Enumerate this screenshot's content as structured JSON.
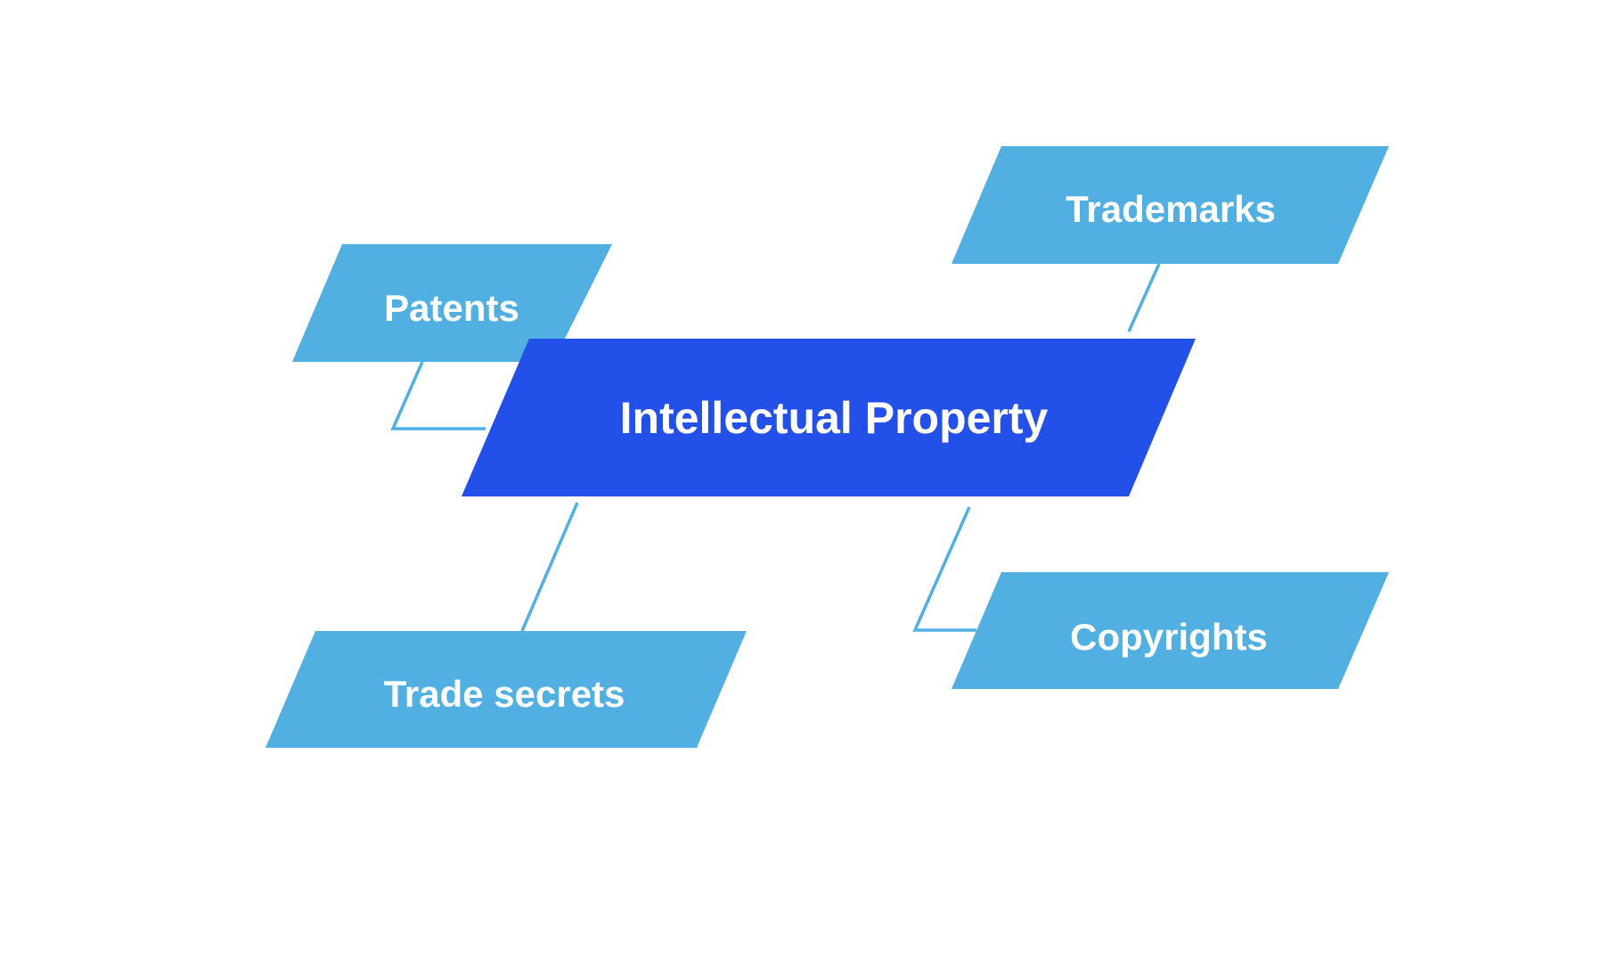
{
  "colors": {
    "central": "#2350E8",
    "branch": "#51AFE2",
    "connector": "#51AFE2",
    "label": "#FFFFFF",
    "background": "#FFFFFF"
  },
  "central": {
    "label": "Intellectual Property"
  },
  "branches": {
    "patents": {
      "label": "Patents"
    },
    "trademarks": {
      "label": "Trademarks"
    },
    "trade_secrets": {
      "label": "Trade secrets"
    },
    "copyrights": {
      "label": "Copyrights"
    }
  }
}
